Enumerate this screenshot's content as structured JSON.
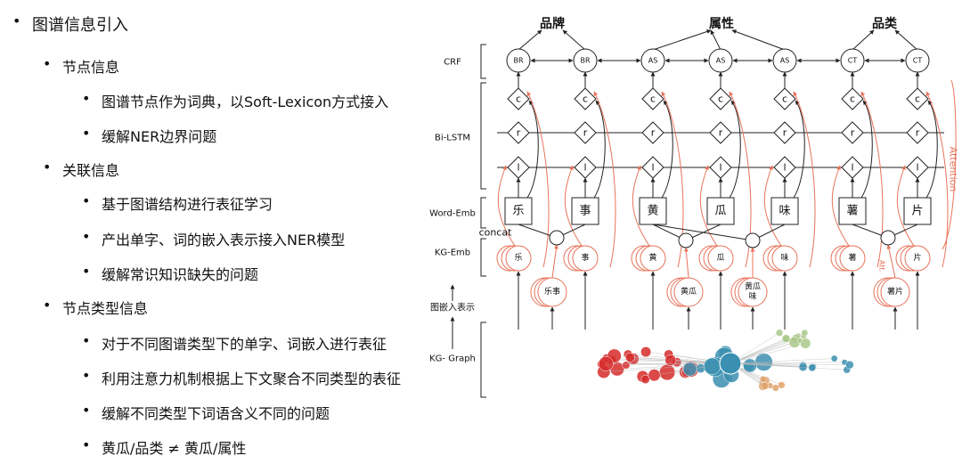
{
  "outline": {
    "title": "图谱信息引入",
    "node_info": "节点信息",
    "node_info_items": [
      "图谱节点作为词典，以Soft-Lexicon方式接入",
      "缓解NER边界问题"
    ],
    "relation_info": "关联信息",
    "relation_info_items": [
      "基于图谱结构进行表征学习",
      "产出单字、词的嵌入表示接入NER模型",
      "缓解常识知识缺失的问题"
    ],
    "node_type_info": "节点类型信息",
    "node_type_items": [
      "对于不同图谱类型下的单字、词嵌入进行表征",
      "利用注意力机制根据上下文聚合不同类型的表征",
      "缓解不同类型下词语含义不同的问题",
      "黄瓜/品类 ≠ 黄瓜/属性"
    ]
  },
  "diagram": {
    "top_labels": [
      "品牌",
      "属性",
      "品类"
    ],
    "layer_labels": {
      "crf": "CRF",
      "bilstm": "Bi-LSTM",
      "word_emb": "Word-Emb",
      "kg_emb": "KG-Emb",
      "graph_emb": "图嵌入表示",
      "kg_graph": "KG- Graph"
    },
    "concat_label": "concat",
    "attention_label": "Attention",
    "att_label": "Att.",
    "crf_tags": [
      "BR",
      "BR",
      "AS",
      "AS",
      "AS",
      "CT",
      "CT"
    ],
    "lstm_cells": [
      "c",
      "r",
      "l"
    ],
    "chars": [
      "乐",
      "事",
      "黄",
      "瓜",
      "味",
      "薯",
      "片"
    ],
    "kg_char_nodes": [
      "乐",
      "事",
      "黄",
      "瓜",
      "味",
      "薯",
      "片"
    ],
    "kg_word_nodes": [
      "乐事",
      "黄瓜",
      "黄瓜\n味",
      "薯片"
    ],
    "colors": {
      "attention": "#e8735a",
      "line": "#222222",
      "graph_red": "#d62a2a",
      "graph_teal": "#3b8fb0",
      "graph_green": "#a9c98a",
      "graph_orange": "#e0a26a"
    }
  }
}
